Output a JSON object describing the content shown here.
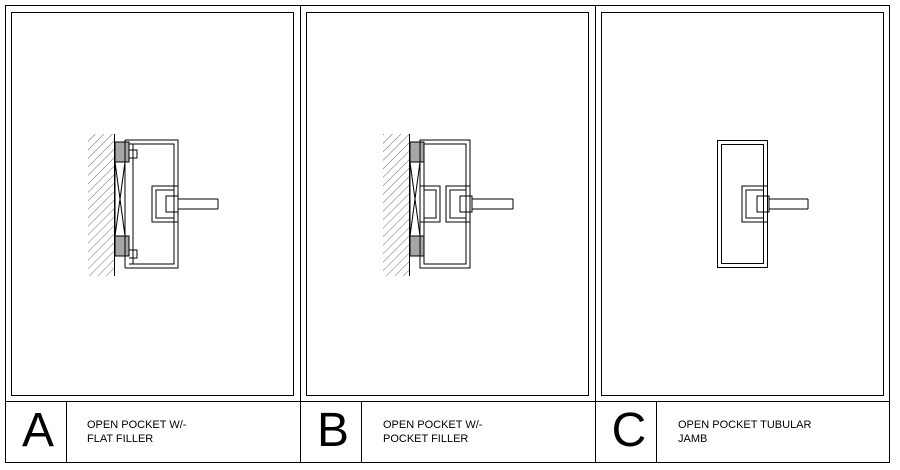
{
  "panels": [
    {
      "letter": "A",
      "caption_line1": "OPEN POCKET W/-",
      "caption_line2": "FLAT FILLER"
    },
    {
      "letter": "B",
      "caption_line1": "OPEN POCKET W/-",
      "caption_line2": "POCKET FILLER"
    },
    {
      "letter": "C",
      "caption_line1": "OPEN POCKET TUBULAR",
      "caption_line2": "JAMB"
    }
  ],
  "colors": {
    "line": "#000000",
    "background": "#ffffff"
  }
}
